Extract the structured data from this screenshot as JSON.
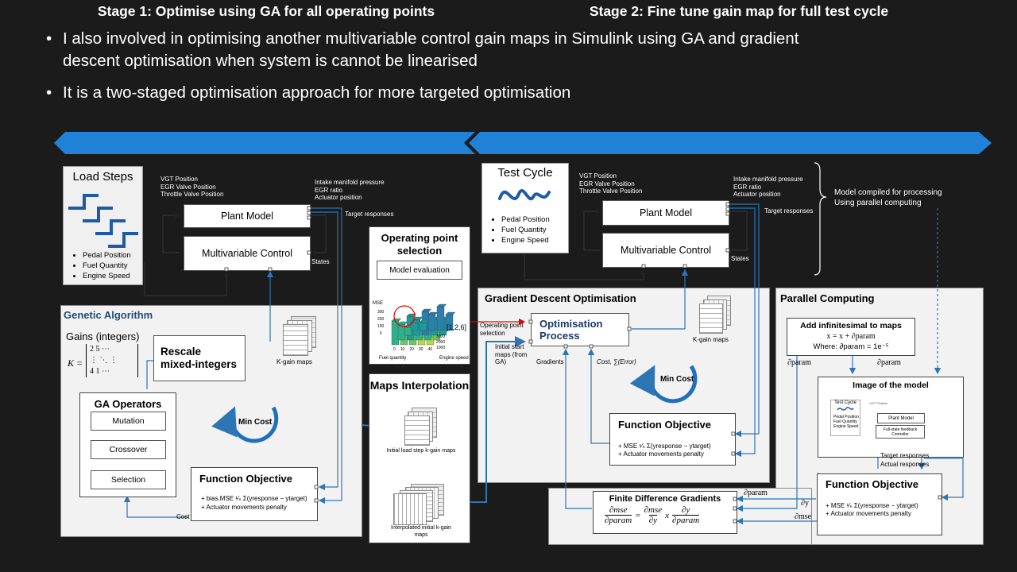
{
  "bullets": [
    {
      "line1": "I also involved in optimising another multivariable control gain maps in Simulink using GA and gradient",
      "line2": "descent optimisation when system is cannot be linearised"
    },
    {
      "line1": "It is a two-staged optimisation approach for more targeted optimisation"
    }
  ],
  "stage1": {
    "banner": "Stage 1: Optimise using GA for all operating points",
    "load_steps": {
      "title": "Load Steps",
      "items": [
        "Pedal Position",
        "Fuel Quantity",
        "Engine Speed"
      ]
    },
    "inputs": [
      "VGT Position",
      "EGR Valve Position",
      "Throttle Valve Position"
    ],
    "outputs": [
      "Intake manifold pressure",
      "EGR ratio",
      "Actuator position"
    ],
    "target_responses": "Target responses",
    "states": "States",
    "plant_model": "Plant Model",
    "multivariable_control": "Multivariable Control",
    "ga": {
      "title": "Genetic Algorithm",
      "gains": "Gains (integers)",
      "matrix_lhs": "K =",
      "matrix_rows": [
        "2   5   ⋯",
        "⋮   ⋱   ⋮",
        "4   1   ⋯"
      ],
      "rescale": "Rescale mixed-integers",
      "kgain": "K-gain maps",
      "operators_title": "GA Operators",
      "operators": [
        "Mutation",
        "Crossover",
        "Selection"
      ],
      "min_cost": "Min Cost",
      "fo_title": "Function Objective",
      "fo_line1": "+ bias.MSE ¹⁄ₙ Σ(yresponse − ytarget)",
      "fo_line2": "+ Actuator  movements penalty",
      "cost": "Cost"
    }
  },
  "opsel": {
    "title": "Operating point selection",
    "model_eval": "Model evaluation",
    "selected": "[1,2,6]",
    "axis_mse": "MSE",
    "axis_fuel": "Fuel quantity",
    "axis_speed": "Engine speed",
    "ticks_mse": [
      "300",
      "200",
      "100",
      "0"
    ],
    "ticks_fuel": [
      "0",
      "10",
      "20",
      "30",
      "40"
    ],
    "ticks_speed": [
      "1000",
      "2000",
      "3000"
    ]
  },
  "interp": {
    "title": "Maps Interpolation",
    "initial": "Initial load step k-gain maps",
    "interpolated": "Interpolated  initial k-gain maps"
  },
  "stage2": {
    "banner": "Stage 2: Fine tune gain map for full test cycle",
    "test_cycle": {
      "title": "Test Cycle",
      "items": [
        "Pedal Position",
        "Fuel Quantity",
        "Engine Speed"
      ]
    },
    "inputs": [
      "VGT Position",
      "EGR Valve Position",
      "Throttle Valve Position"
    ],
    "outputs": [
      "Intake manifold pressure",
      "EGR ratio",
      "Actuator position"
    ],
    "target_responses": "Target responses",
    "states": "States",
    "plant_model": "Plant Model",
    "multivariable_control": "Multivariable Control",
    "compiled": [
      "Model compiled for processing",
      "Using parallel computing"
    ],
    "gd": {
      "title": "Gradient Descent Optimisation",
      "opt_process": "Optimisation Process",
      "op_selection": "Operating point selection",
      "initial_start": "Initial start maps (from GA)",
      "gradients": "Gradients",
      "cost": "Cost, ∑(Error)",
      "kgain": "K-gain maps",
      "min_cost": "Min Cost",
      "fo_title": "Function Objective",
      "fo_line1": "+ MSE ¹⁄ₙ Σ(yresponse − ytarget)",
      "fo_line2": "+ Actuator  movements penalty"
    },
    "pc": {
      "title": "Parallel Computing",
      "add_inf": "Add infinitesimal to maps",
      "eq1": "x = x + ∂param",
      "eq2": "Where: ∂param = 1e⁻⁵",
      "dparam_left": "∂param",
      "dparam_right": "∂param",
      "image_title": "Image of the model",
      "mini_test": "Test Cycle",
      "mini_items": [
        "Pedal Position",
        "Fuel Quantity",
        "Engine Speed"
      ],
      "mini_plant": "Plant Model",
      "mini_ctrl": "Full-state feedback Controller",
      "target": "Target responses",
      "actual": "Actual responses",
      "fo_title": "Function Objective",
      "fo_line1": "+ MSE ¹⁄ₙ Σ(yresponse − ytarget)",
      "fo_line2": "+ Actuator  movements penalty"
    },
    "fd": {
      "title": "Finite Difference Gradients",
      "lhs_num": "∂mse",
      "lhs_den": "∂param",
      "m1_num": "∂mse",
      "m1_den": "∂y",
      "m2_num": "∂y",
      "m2_den": "∂param",
      "dparam": "∂param",
      "dy": "∂y",
      "dmse": "∂mse"
    }
  },
  "colors": {
    "arrow": "#2e75b6",
    "banner": "#1f82d6",
    "panel": "#f2f2f2",
    "highlight": "#ff0000"
  }
}
